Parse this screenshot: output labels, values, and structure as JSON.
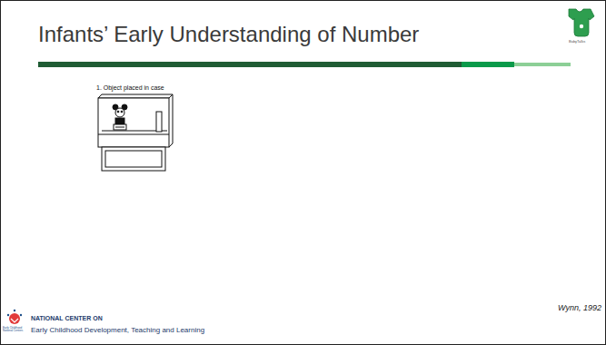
{
  "diagram": {
    "title": "Infants’ Early Understanding of Number",
    "labels": [
      "1. Object placed in case",
      "BabyTalks",
      "Early Childhood National Centers",
      "NATIONAL CENTER ON",
      "Early Childhood Development, Teaching and Learning",
      "Wynn, 1992"
    ]
  }
}
